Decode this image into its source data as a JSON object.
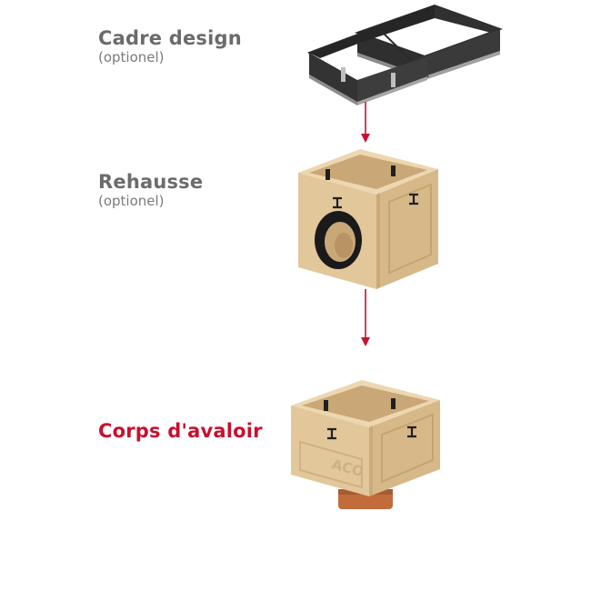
{
  "colors": {
    "label_gray": "#6b6b6b",
    "subtitle_gray": "#7a7a7a",
    "accent_red": "#c8102e",
    "arrow_red": "#c8102e",
    "frame_steel": "#2b2b2b",
    "box_sand": "#e2c79a",
    "outlet_pipe": "#c26b3c"
  },
  "components": [
    {
      "title": "Cadre design",
      "subtitle": "(optionel)"
    },
    {
      "title": "Rehausse",
      "subtitle": "(optionel)"
    },
    {
      "title": "Corps d'avaloir",
      "subtitle": ""
    }
  ],
  "brand_emboss": "ACO",
  "icons": [
    "design-frame-icon",
    "extension-box-icon",
    "gully-body-icon",
    "arrow-down-icon"
  ]
}
